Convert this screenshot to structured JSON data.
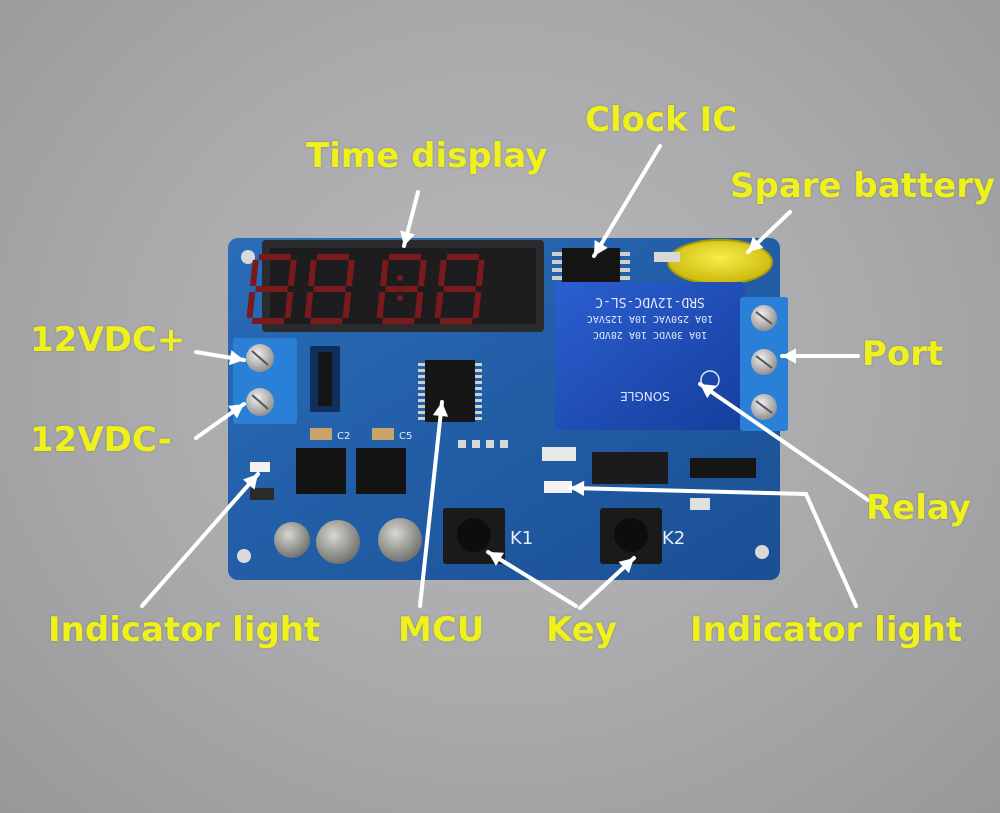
{
  "labels": {
    "time_display": "Time display",
    "clock_ic": "Clock IC",
    "spare_battery": "Spare battery",
    "vdc_plus": "12VDC+",
    "vdc_minus": "12VDC-",
    "port": "Port",
    "relay": "Relay",
    "indicator_light_left": "Indicator light",
    "mcu": "MCU",
    "key": "Key",
    "indicator_light_right": "Indicator light"
  },
  "pcb_print": {
    "c2": "C2",
    "c5": "C5",
    "k1": "K1",
    "k2": "K2"
  },
  "relay_print": {
    "model": "SRD-12VDC-SL-C",
    "line1": "10A 250VAC 10A 125VAC",
    "line2": "10A 30VDC 10A 28VDC",
    "brand": "SONGLE"
  },
  "colors": {
    "label": "#eef21a",
    "pcb": "#1f5fa8",
    "relay": "#1c4fb8",
    "terminal": "#2a7fd6",
    "arrow": "#ffffff"
  }
}
